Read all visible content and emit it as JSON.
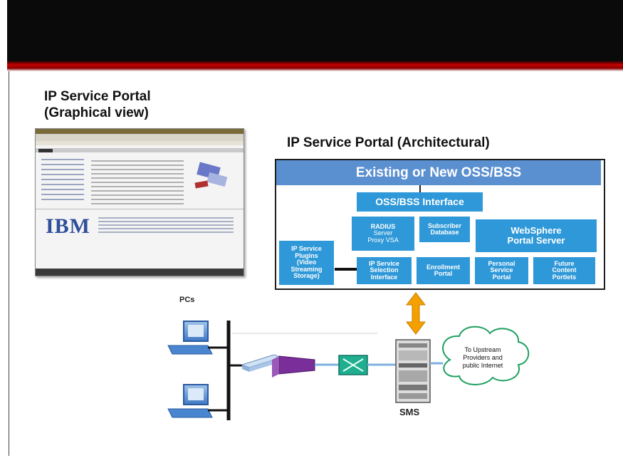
{
  "slide": {
    "graphical_title_line1": "IP Service Portal",
    "graphical_title_line2": "(Graphical view)",
    "architectural_title": "IP Service Portal (Architectural)"
  },
  "thumbnail": {
    "logo": "IBM"
  },
  "architecture": {
    "top_bar": "Existing or New OSS/BSS",
    "oss_interface": "OSS/BSS Interface",
    "radius": [
      "RADIUS",
      "Server",
      "Proxy  VSA"
    ],
    "subscriber_db": [
      "Subscriber",
      "Database"
    ],
    "websphere": [
      "WebSphere",
      "Portal Server"
    ],
    "plugins": [
      "IP Service",
      "Plugins",
      "(Video",
      "Streaming",
      "Storage)"
    ],
    "ip_selection": [
      "IP Service",
      "Selection",
      "Interface"
    ],
    "enrollment": [
      "Enrollment",
      "Portal"
    ],
    "personal": [
      "Personal",
      "Service",
      "Portal"
    ],
    "future": [
      "Future",
      "Content",
      "Portlets"
    ]
  },
  "network": {
    "pcs_label": "PCs",
    "sms_label": "SMS",
    "cloud": [
      "To Upstream",
      "Providers and",
      "public Internet"
    ]
  },
  "colors": {
    "box_blue": "#2f98d8",
    "bar_blue": "#5a8fd0",
    "arrow": "#f4a000",
    "switch_green": "#1fae8e",
    "router_purple": "#7a2e9a"
  }
}
